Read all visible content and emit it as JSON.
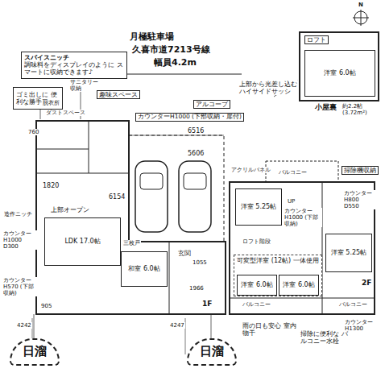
{
  "diagram": {
    "nodes": [
      {
        "text": [
          "スパイスニッチ",
          "調味料をディスプレイのように スマートに収納できます♪"
        ]
      },
      {
        "text": [
          "ゴミ出しに 便利な勝手口"
        ]
      },
      {
        "text": [
          "LDK 17.0帖"
        ]
      },
      {
        "text": [
          "和室 6.0帖"
        ]
      },
      {
        "text": [
          "洋室 6.0帖"
        ]
      },
      {
        "text": [
          "洋室 5.25帖"
        ]
      },
      {
        "text": [
          "洋室 5.25帖"
        ]
      },
      {
        "text": [
          "可変型洋室 (12帖) 一体使用"
        ]
      },
      {
        "text": [
          "洋室 6.0帖"
        ],
        "in": 7
      },
      {
        "text": [
          "洋室 6.0帖"
        ],
        "in": 7
      },
      {
        "text": [
          "日溜"
        ]
      },
      {
        "text": [
          "日溜"
        ]
      }
    ],
    "labels": [
      "月極駐車場",
      "久喜市道7213号線",
      "幅員4.2m",
      "サニタリー 収納",
      "趣味スペース",
      "カウンターH1000 (下部収納・扉付)",
      "アルコーブ",
      "脱衣所",
      "ダストスペース",
      "760",
      "6516",
      "5606",
      "6154",
      "1820",
      "造作ニッチ",
      "上部オープン",
      "カウンター H1000 D300",
      "三枚戸",
      "玄関",
      "1055",
      "1966",
      "1F",
      "カウンター H570 (下部収納)",
      "905",
      "4242",
      "4247",
      "約2.2帖 (3.72m²)",
      "ロフト",
      "上部から光差し込む ハイサイドサッシ",
      "小屋裏",
      "アクリルパネル",
      "バルコニー",
      "掃除機収納",
      "UP",
      "カウンター H1000 (下部収納)",
      "カウンター H800 D550",
      "ロフト階段",
      "バルコニー",
      "バルコニー",
      "2F",
      "カウンター H1300",
      "雨の日も安心 室内物干",
      "掃除に便利な バルコニー水栓",
      "N"
    ]
  }
}
